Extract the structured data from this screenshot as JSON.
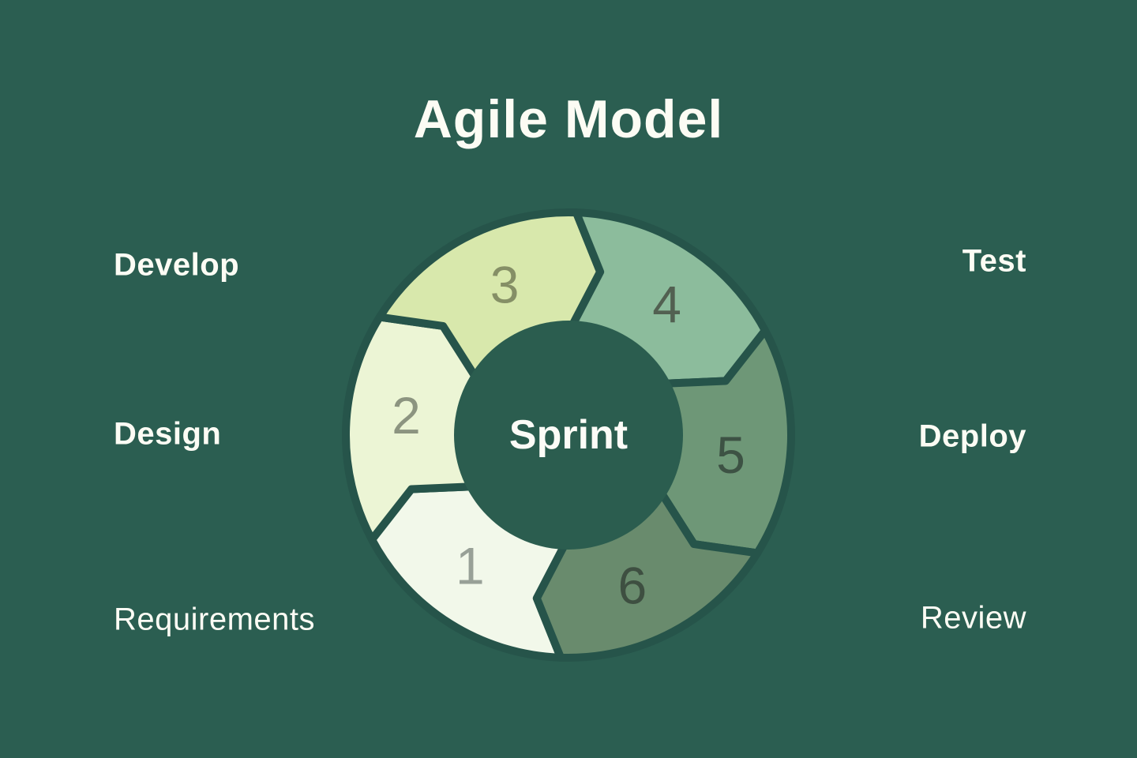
{
  "title": "Agile Model",
  "center_label": "Sprint",
  "colors": {
    "background": "#2b5e51",
    "center_circle": "#2b5d4f",
    "segment_outline": "#26544a",
    "title_text": "#fcfcf4",
    "label_text": "#fcfcf4"
  },
  "steps": [
    {
      "number": "1",
      "label": "Requirements",
      "side": "left",
      "fill": "#f2f8ea",
      "number_color": "#98a097"
    },
    {
      "number": "2",
      "label": "Design",
      "side": "left",
      "fill": "#ecf5d5",
      "number_color": "#8c9480"
    },
    {
      "number": "3",
      "label": "Develop",
      "side": "left",
      "fill": "#d8e8ac",
      "number_color": "#858f66"
    },
    {
      "number": "4",
      "label": "Test",
      "side": "right",
      "fill": "#8cbc9c",
      "number_color": "#526051"
    },
    {
      "number": "5",
      "label": "Deploy",
      "side": "right",
      "fill": "#6e9777",
      "number_color": "#3d5244"
    },
    {
      "number": "6",
      "label": "Review",
      "side": "right",
      "fill": "#698b6d",
      "number_color": "#3e4f41"
    }
  ]
}
